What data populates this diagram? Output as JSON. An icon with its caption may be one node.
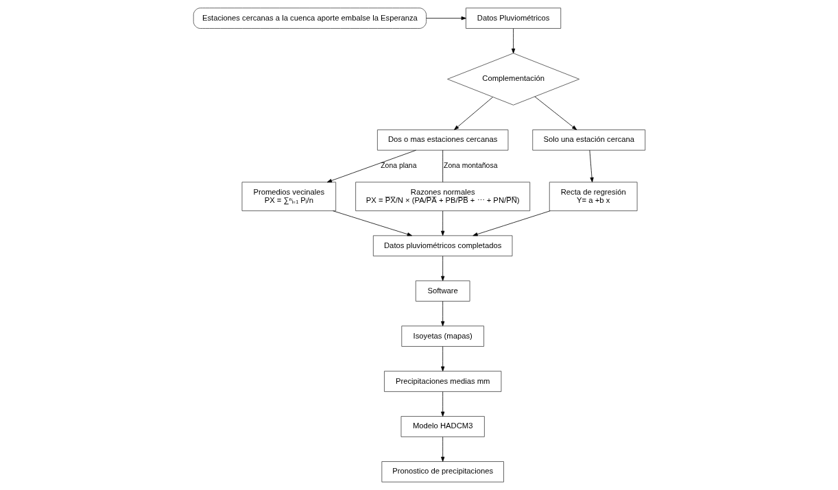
{
  "diagram": {
    "nodes": [
      {
        "text": [
          "Datos Pluviométricos"
        ]
      },
      {
        "text": [
          "Estaciones cercanas a la cuenca aporte embalse la Esperanza"
        ]
      },
      {
        "text": [
          "Complementación"
        ]
      },
      {
        "text": [
          "Dos o mas estaciones cercanas"
        ]
      },
      {
        "text": [
          "Solo una estación cercana"
        ]
      },
      {
        "text": [
          "Pronostico de precipitaciones"
        ]
      },
      {
        "text": [
          "Promedios vecinales",
          "PX = ∑ⁿᵢ₌₁ Pᵢ/n"
        ]
      },
      {
        "text": [
          "Razones normales",
          "PX = P̅X̅/N × (PA/P̅A̅ + PB/P̅B̅ + ⋯ + PN/P̅N̅)"
        ]
      },
      {
        "text": [
          "Recta de regresión",
          "Y= a +b x"
        ]
      },
      {
        "text": [
          "Modelo HADCM3"
        ]
      },
      {
        "text": [
          "Precipitaciones medias mm"
        ]
      },
      {
        "text": [
          "Datos pluviométricos completados"
        ]
      },
      {
        "text": [
          "Software"
        ]
      },
      {
        "text": [
          "Isoyetas (mapas)"
        ]
      }
    ],
    "edges": [
      {
        "from": 1,
        "to": 0,
        "arrow": "to"
      },
      {
        "from": 0,
        "to": 2,
        "arrow": "to"
      },
      {
        "from": 2,
        "to": 3,
        "arrow": "to"
      },
      {
        "from": 2,
        "to": 4,
        "arrow": "to"
      },
      {
        "from": 3,
        "to": 6,
        "arrow": "to",
        "label": "Zona plana"
      },
      {
        "from": 3,
        "to": 7,
        "arrow": "none",
        "label": "Zona montañosa"
      },
      {
        "from": 4,
        "to": 8,
        "arrow": "to"
      },
      {
        "from": 6,
        "to": 11,
        "arrow": "to"
      },
      {
        "from": 7,
        "to": 11,
        "arrow": "to"
      },
      {
        "from": 8,
        "to": 11,
        "arrow": "to"
      },
      {
        "from": 11,
        "to": 12,
        "arrow": "to"
      },
      {
        "from": 12,
        "to": 13,
        "arrow": "to"
      },
      {
        "from": 13,
        "to": 10,
        "arrow": "to"
      },
      {
        "from": 10,
        "to": 9,
        "arrow": "to"
      },
      {
        "from": 9,
        "to": 5,
        "arrow": "to"
      }
    ]
  }
}
